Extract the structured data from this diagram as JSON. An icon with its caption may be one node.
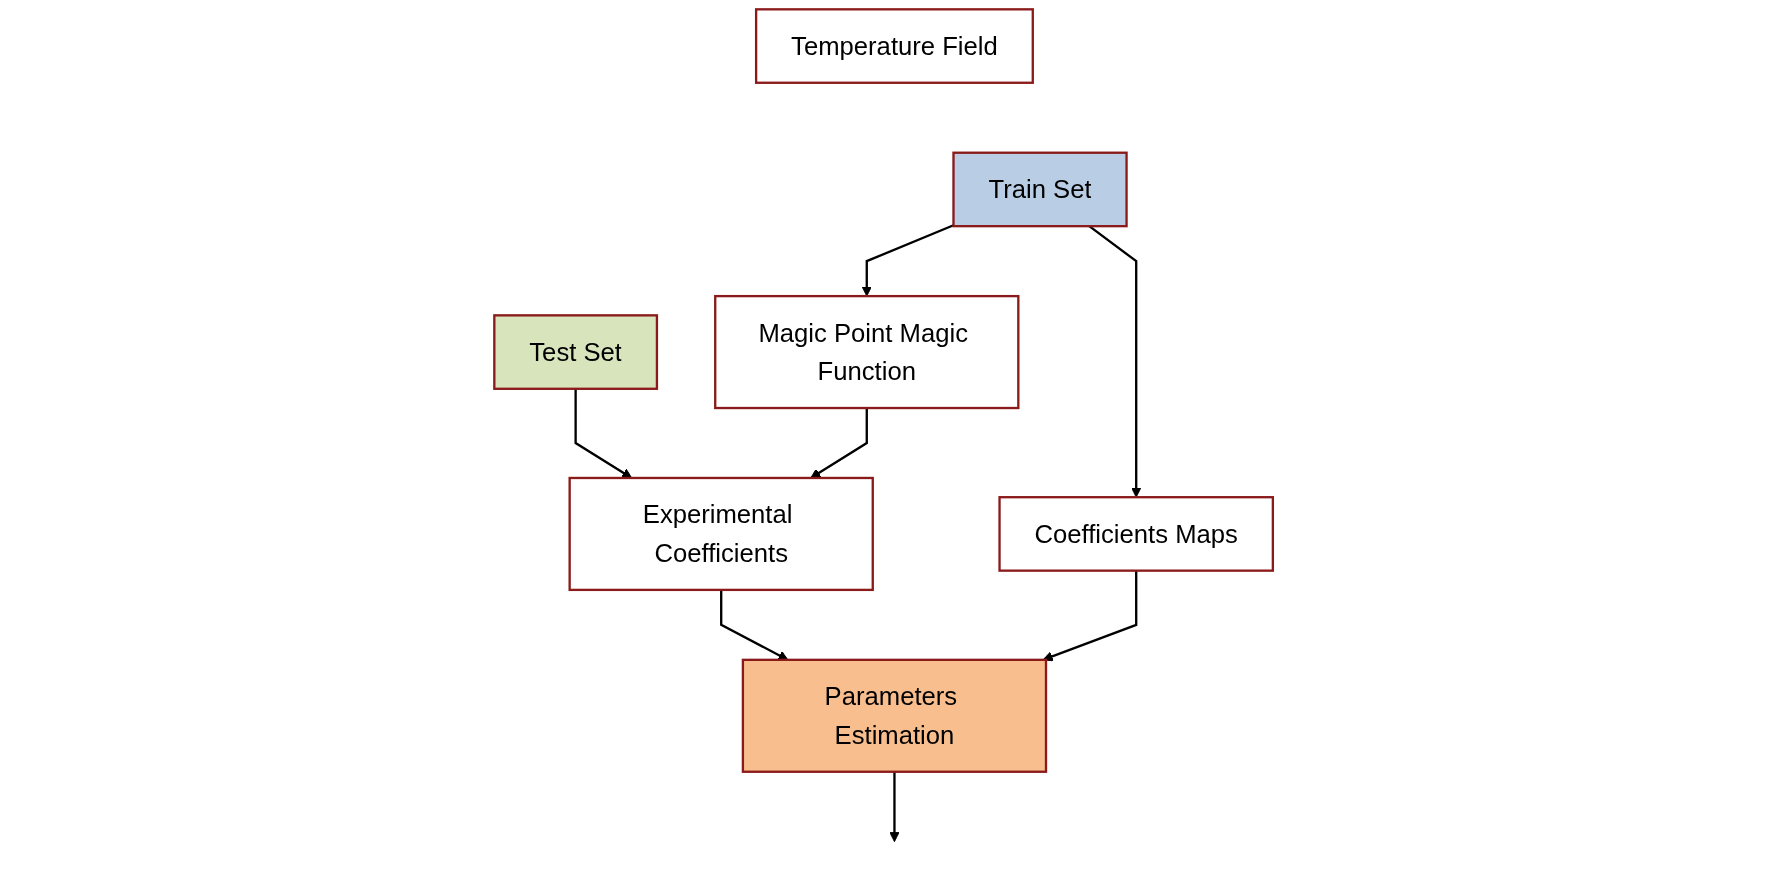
{
  "diagram": {
    "nodes": [
      {
        "text": [
          "Temperature Field"
        ]
      },
      {
        "text": [
          "Test Set"
        ]
      },
      {
        "text": [
          "Train Set"
        ]
      },
      {
        "text": [
          "Experimental Coefficients"
        ]
      },
      {
        "text": [
          "Magic Point Magic Function"
        ]
      },
      {
        "text": [
          "Coefficients Maps"
        ]
      },
      {
        "text": [
          "Parameters Estimation"
        ]
      }
    ],
    "edges": [
      {
        "from": 1,
        "to": 3,
        "arrow": "to"
      },
      {
        "from": 2,
        "to": 4,
        "arrow": "to"
      },
      {
        "from": 2,
        "to": 5,
        "arrow": "to"
      },
      {
        "from": 4,
        "to": 3,
        "arrow": "to"
      },
      {
        "from": 5,
        "to": 6,
        "arrow": "to"
      },
      {
        "from": 3,
        "to": 6,
        "arrow": "to"
      },
      {
        "from": 6,
        "to": null,
        "arrow": "to"
      }
    ]
  }
}
